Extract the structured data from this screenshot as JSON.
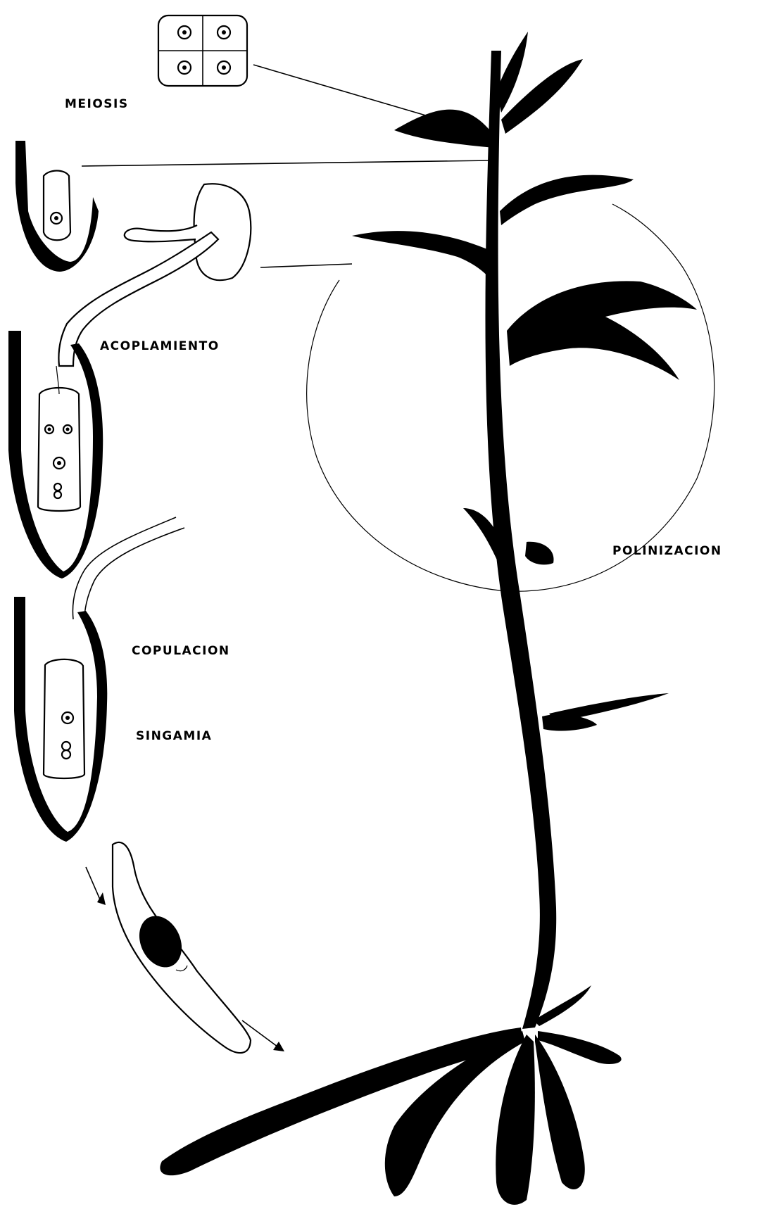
{
  "labels": {
    "meiosis": "MEIOSIS",
    "acoplamiento": "ACOPLAMIENTO",
    "polinizacion": "POLINIZACION",
    "copulacion": "COPULACION",
    "singamia": "SINGAMIA"
  },
  "colors": {
    "ink": "#000000",
    "paper": "#ffffff"
  }
}
